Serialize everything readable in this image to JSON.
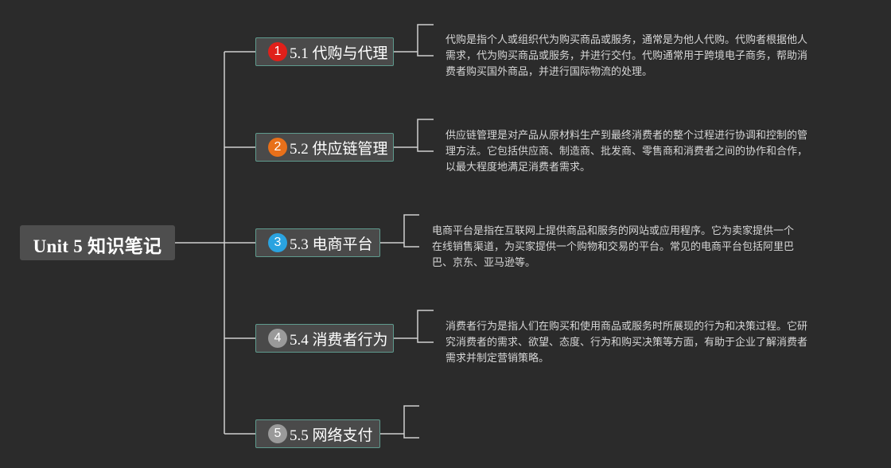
{
  "root": {
    "title": "Unit 5 知识笔记"
  },
  "colors": {
    "background": "#2b2b2b",
    "connector": "#d0d0d0",
    "topic_border": "#5f9b8e"
  },
  "topics": [
    {
      "number": "1",
      "label": "5.1 代购与代理",
      "badge_color": "#e0201a",
      "desc_lines": [
        "代购是指个人或组织代为购买商品或服务，通常是为他人代购。代购者根据他人",
        "需求，代为购买商品或服务，并进行交付。代购通常用于跨境电子商务，帮助消",
        "费者购买国外商品，并进行国际物流的处理。"
      ]
    },
    {
      "number": "2",
      "label": "5.2 供应链管理",
      "badge_color": "#e8701a",
      "desc_lines": [
        "供应链管理是对产品从原材料生产到最终消费者的整个过程进行协调和控制的管",
        "理方法。它包括供应商、制造商、批发商、零售商和消费者之间的协作和合作，",
        "以最大程度地满足消费者需求。"
      ]
    },
    {
      "number": "3",
      "label": "5.3 电商平台",
      "badge_color": "#2aa3e0",
      "desc_lines": [
        "电商平台是指在互联网上提供商品和服务的网站或应用程序。它为卖家提供一个",
        "在线销售渠道，为买家提供一个购物和交易的平台。常见的电商平台包括阿里巴",
        "巴、京东、亚马逊等。"
      ]
    },
    {
      "number": "4",
      "label": "5.4 消费者行为",
      "badge_color": "#9a9a9a",
      "desc_lines": [
        "消费者行为是指人们在购买和使用商品或服务时所展现的行为和决策过程。它研",
        "究消费者的需求、欲望、态度、行为和购买决策等方面，有助于企业了解消费者",
        "需求并制定营销策略。"
      ]
    },
    {
      "number": "5",
      "label": "5.5 网络支付",
      "badge_color": "#9a9a9a",
      "desc_lines": []
    }
  ]
}
